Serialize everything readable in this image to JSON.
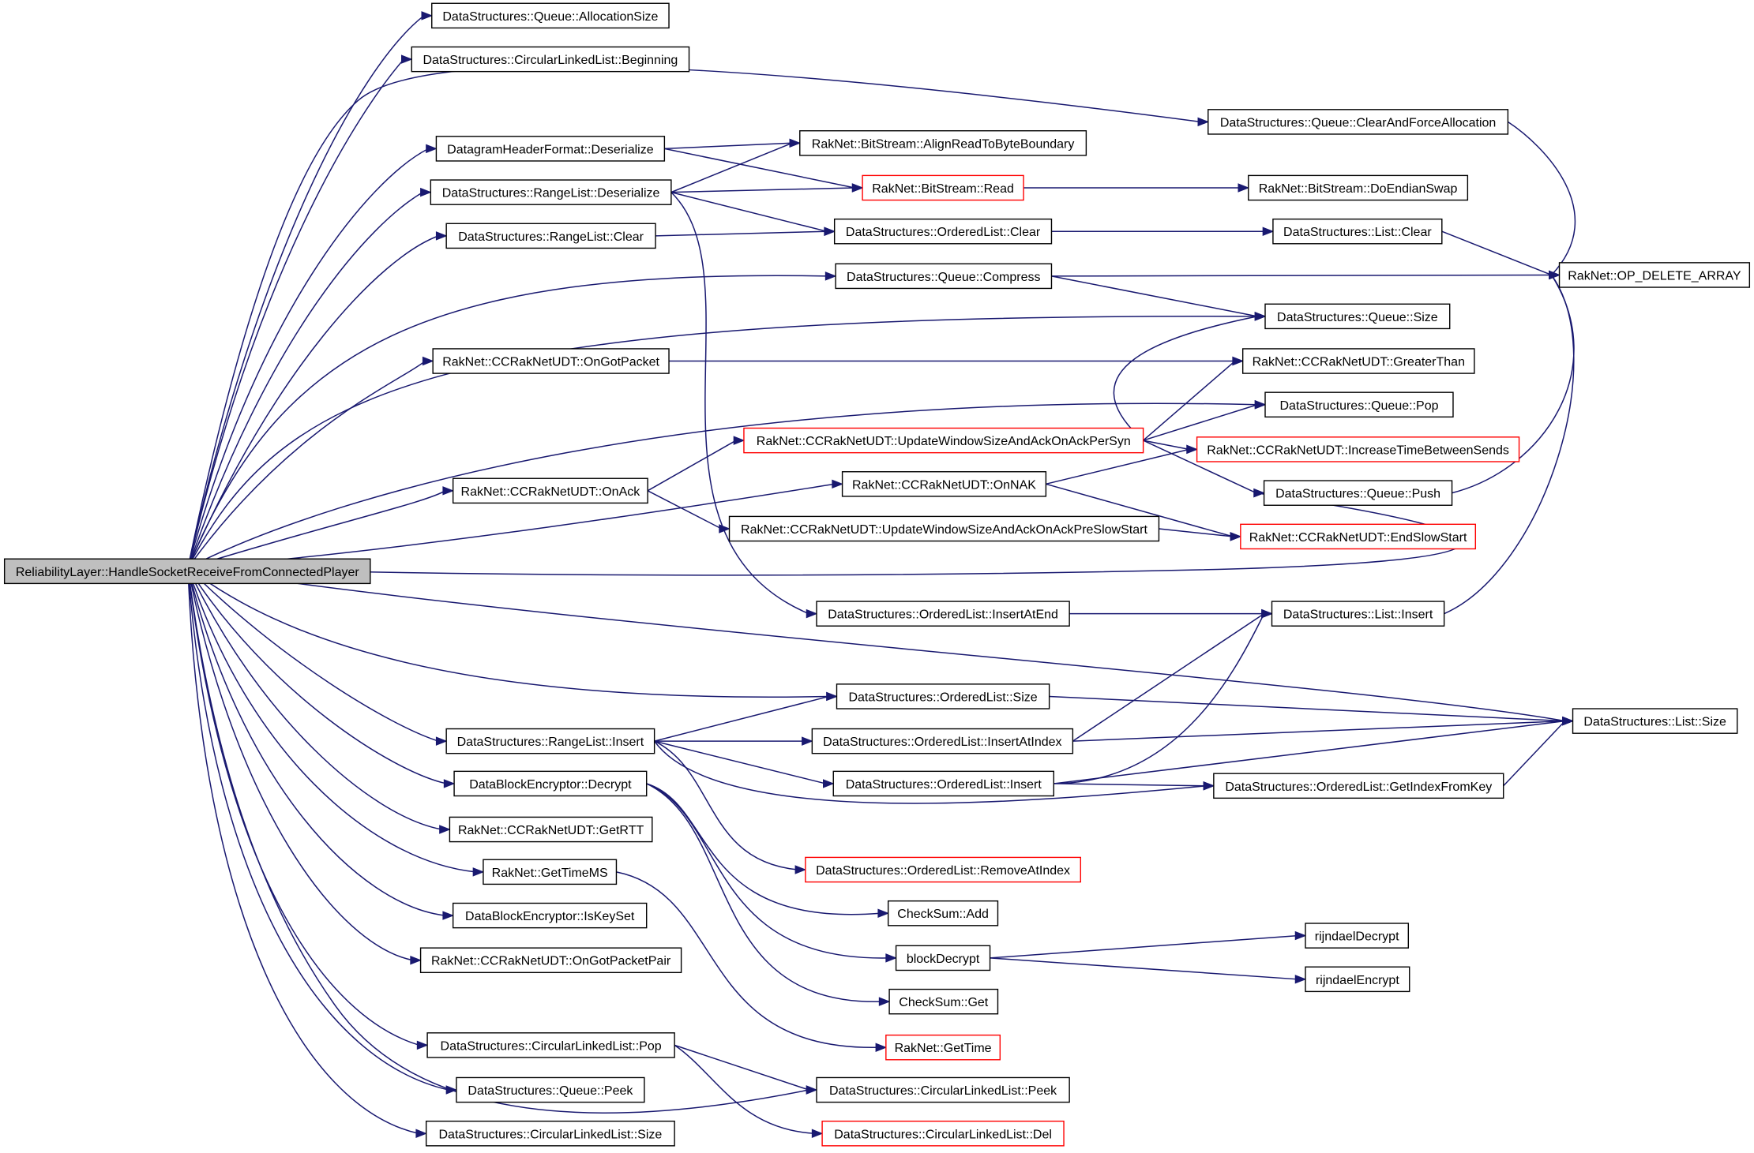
{
  "graph": {
    "root": "ReliabilityLayer::HandleSocketReceiveFromConnectedPlayer",
    "edge_color": "#191970",
    "border_red": "#ff0000",
    "root_fill": "#bfbfbf",
    "nodes": {
      "queue_allocation_size": "DataStructures::Queue::AllocationSize",
      "cll_beginning": "DataStructures::CircularLinkedList::Beginning",
      "queue_clear_and_force_allocation": "DataStructures::Queue::ClearAndForceAllocation",
      "datagram_header_deserialize": "DatagramHeaderFormat::Deserialize",
      "bitstream_align_read": "RakNet::BitStream::AlignReadToByteBoundary",
      "rangelist_deserialize": "DataStructures::RangeList::Deserialize",
      "bitstream_read": "RakNet::BitStream::Read",
      "bitstream_do_endian_swap": "RakNet::BitStream::DoEndianSwap",
      "rangelist_clear": "DataStructures::RangeList::Clear",
      "orderedlist_clear": "DataStructures::OrderedList::Clear",
      "list_clear": "DataStructures::List::Clear",
      "queue_compress": "DataStructures::Queue::Compress",
      "op_delete_array": "RakNet::OP_DELETE_ARRAY",
      "queue_size": "DataStructures::Queue::Size",
      "udt_on_got_packet": "RakNet::CCRakNetUDT::OnGotPacket",
      "udt_greater_than": "RakNet::CCRakNetUDT::GreaterThan",
      "queue_pop": "DataStructures::Queue::Pop",
      "udt_update_per_syn": "RakNet::CCRakNetUDT::UpdateWindowSizeAndAckOnAckPerSyn",
      "udt_increase_time": "RakNet::CCRakNetUDT::IncreaseTimeBetweenSends",
      "udt_on_nak": "RakNet::CCRakNetUDT::OnNAK",
      "udt_on_ack": "RakNet::CCRakNetUDT::OnAck",
      "queue_push": "DataStructures::Queue::Push",
      "udt_update_pre_slow_start": "RakNet::CCRakNetUDT::UpdateWindowSizeAndAckOnAckPreSlowStart",
      "udt_end_slow_start": "RakNet::CCRakNetUDT::EndSlowStart",
      "root": "ReliabilityLayer::HandleSocketReceiveFromConnectedPlayer",
      "orderedlist_insert_at_end": "DataStructures::OrderedList::InsertAtEnd",
      "list_insert": "DataStructures::List::Insert",
      "orderedlist_size": "DataStructures::OrderedList::Size",
      "list_size": "DataStructures::List::Size",
      "rangelist_insert": "DataStructures::RangeList::Insert",
      "orderedlist_insert_at_index": "DataStructures::OrderedList::InsertAtIndex",
      "data_block_decrypt": "DataBlockEncryptor::Decrypt",
      "orderedlist_insert": "DataStructures::OrderedList::Insert",
      "orderedlist_get_index_from_key": "DataStructures::OrderedList::GetIndexFromKey",
      "udt_get_rtt": "RakNet::CCRakNetUDT::GetRTT",
      "get_time_ms": "RakNet::GetTimeMS",
      "orderedlist_remove_at_index": "DataStructures::OrderedList::RemoveAtIndex",
      "data_block_is_key_set": "DataBlockEncryptor::IsKeySet",
      "checksum_add": "CheckSum::Add",
      "rijndael_decrypt": "rijndaelDecrypt",
      "udt_on_got_packet_pair": "RakNet::CCRakNetUDT::OnGotPacketPair",
      "block_decrypt": "blockDecrypt",
      "rijndael_encrypt": "rijndaelEncrypt",
      "checksum_get": "CheckSum::Get",
      "get_time": "RakNet::GetTime",
      "cll_pop": "DataStructures::CircularLinkedList::Pop",
      "cll_peek": "DataStructures::CircularLinkedList::Peek",
      "queue_peek": "DataStructures::Queue::Peek",
      "cll_del": "DataStructures::CircularLinkedList::Del",
      "cll_size": "DataStructures::CircularLinkedList::Size"
    }
  }
}
